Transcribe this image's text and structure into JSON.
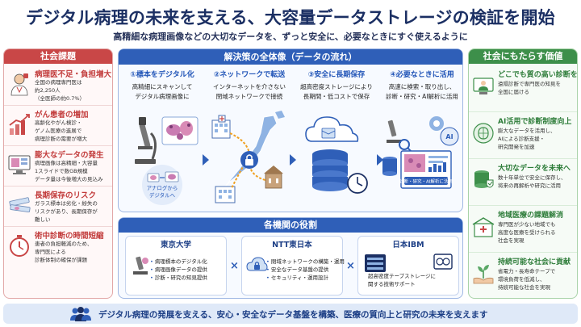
{
  "title": "デジタル病理の未来を支える、大容量データストレージの検証を開始",
  "subtitle": "高精細な病理画像などの大切なデータを、ずっと安全に、必要なときにすぐ使えるように",
  "issues": {
    "header": "社会課題",
    "items": [
      {
        "title": "病理医不足・負担増大",
        "lines": [
          "全国の病理専門医は",
          "約2,250人",
          "（全医師の約0.7%）"
        ]
      },
      {
        "title": "がん患者の増加",
        "lines": [
          "高齢化やがん検診・",
          "ゲノム医療の進展で",
          "病理診断の需要が増大"
        ]
      },
      {
        "title": "膨大なデータの発生",
        "lines": [
          "病理画像は高精細・大容量",
          "1スライドで数GB規模",
          "データ量は今後増大の見込み"
        ]
      },
      {
        "title": "長期保存のリスク",
        "lines": [
          "ガラス標本は劣化・紛失の",
          "リスクがあり、長期保存が",
          "難しい"
        ]
      },
      {
        "title": "術中診断の時間短縮",
        "lines": [
          "患者の負担軽減のため、",
          "専門医による",
          "診断体制の確保が課題"
        ]
      }
    ]
  },
  "solution": {
    "header": "解決策の全体像（データの流れ）",
    "steps": [
      {
        "title": "①標本をデジタル化",
        "lines": [
          "高精細にスキャンして",
          "デジタル病理画像に"
        ],
        "note": [
          "アナログから",
          "デジタルへ"
        ]
      },
      {
        "title": "②ネットワークで転送",
        "lines": [
          "インターネットを介さない",
          "閉域ネットワークで接続"
        ]
      },
      {
        "title": "③安全に長期保存",
        "lines": [
          "超高密度ストレージにより",
          "長期間・低コストで保存"
        ]
      },
      {
        "title": "④必要なときに活用",
        "lines": [
          "高速に検索・取り出し、",
          "診断・研究・AI解析に活用"
        ],
        "caption": "診断・研究・AI解析に活用",
        "ai": "AI"
      }
    ]
  },
  "roles": {
    "header": "各機関の役割",
    "orgs": [
      {
        "name": "東京大学",
        "items": [
          "病理標本のデジタル化",
          "病理画像データの提供",
          "診断・研究の知見提供"
        ]
      },
      {
        "name": "NTT東日本",
        "items": [
          "閉域ネットワークの構築・運用",
          "安全なデータ基盤の提供",
          "セキュリティ・運用設計"
        ]
      },
      {
        "name": "日本IBM",
        "lines": [
          "超高密度テープストレージに",
          "関する技術サポート"
        ]
      }
    ],
    "separator": "×"
  },
  "values": {
    "header": "社会にもたらす価値",
    "items": [
      {
        "title": "どこでも質の高い診断を",
        "lines": [
          "遠隔診断で専門医の知見を",
          "全国に届ける"
        ]
      },
      {
        "title": "AI活用で診断制度向上",
        "lines": [
          "膨大なデータを活用し、",
          "AIによる診断支援・",
          "研究開発を加速"
        ]
      },
      {
        "title": "大切なデータを未来へ",
        "lines": [
          "数十年単位で安全に保存し、",
          "将来の再解析や研究に活用"
        ]
      },
      {
        "title": "地域医療の課題解消",
        "lines": [
          "専門医が少ない地域でも",
          "高度な医療を受けられる",
          "社会を実現"
        ]
      },
      {
        "title": "持続可能な社会に貢献",
        "lines": [
          "省電力・長寿命テープで",
          "環境負荷を低減し、",
          "持続可能な社会を実現"
        ]
      }
    ]
  },
  "footer": "デジタル病理の発展を支える、安心・安全なデータ基盤を構築、医療の質向上と研究の未来を支えます",
  "colors": {
    "primary": "#2f5fb8",
    "issue": "#c94747",
    "value": "#3d8f4a",
    "navy": "#1b2f63"
  }
}
